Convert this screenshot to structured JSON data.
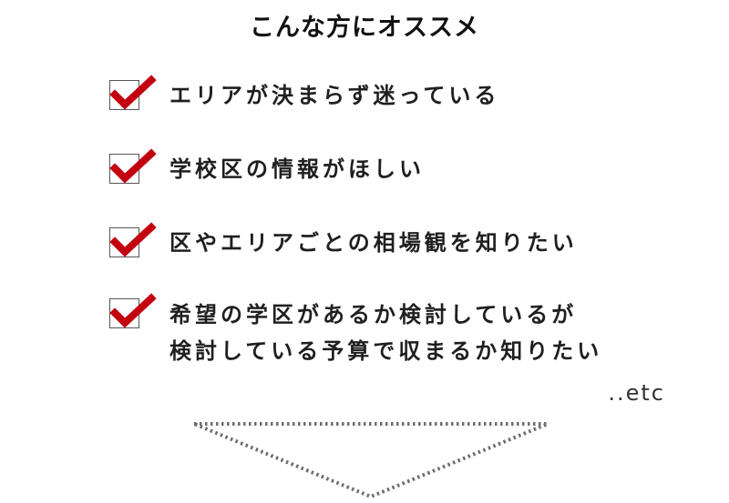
{
  "title": "こんな方にオススメ",
  "items": [
    {
      "lines": [
        "エリアが決まらず迷っている"
      ]
    },
    {
      "lines": [
        "学校区の情報がほしい"
      ]
    },
    {
      "lines": [
        "区やエリアごとの相場観を知りたい"
      ]
    },
    {
      "lines": [
        "希望の学区があるか検討しているが",
        "検討している予算で収まるか知りたい"
      ]
    }
  ],
  "etc": "..etc",
  "colors": {
    "check": "#c3000f",
    "box_border": "#555555",
    "arrow": "#6e6e6e",
    "text": "#1f1f1f"
  },
  "icons": {
    "check": "checkmark-icon",
    "arrow": "down-triangle-arrow-icon"
  }
}
